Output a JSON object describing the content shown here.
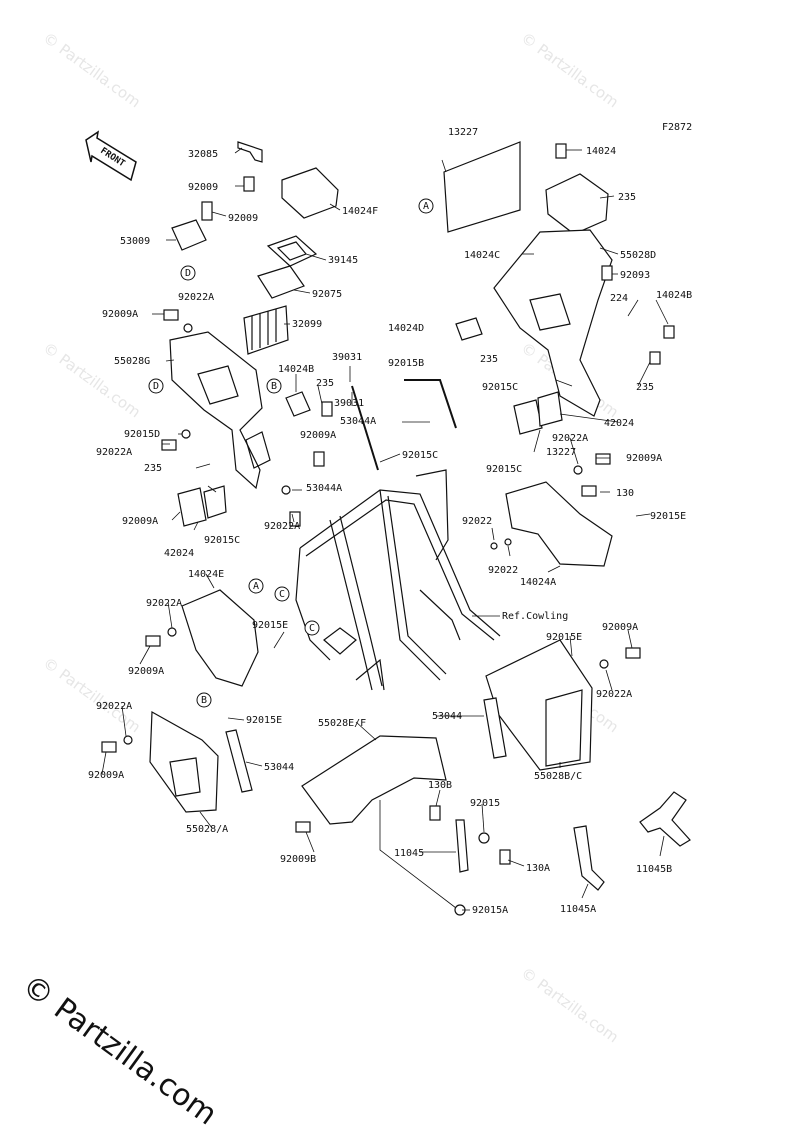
{
  "figure_code": "F2872",
  "copyright": "© Partzilla.com",
  "watermark_text": "© Partzilla.com",
  "front_arrow_text": "FRONT",
  "colors": {
    "line": "#111111",
    "watermark": "#e6e6e6"
  },
  "callouts": [
    "A",
    "B",
    "C",
    "D"
  ],
  "parts": [
    "32085",
    "92009",
    "92009",
    "53009",
    "14024F",
    "39145",
    "92075",
    "92009A",
    "92022A",
    "32099",
    "55028G",
    "39031",
    "14024B",
    "235",
    "92015B",
    "39031",
    "53044A",
    "14024D",
    "92015D",
    "92022A",
    "92009A",
    "235",
    "92015C",
    "53044A",
    "92022A",
    "92009A",
    "92015C",
    "42024",
    "13227",
    "14024",
    "235",
    "14024C",
    "55028D",
    "92093",
    "224",
    "14024B",
    "235",
    "235",
    "92015C",
    "42024",
    "13227",
    "92022A",
    "92009A",
    "92015C",
    "130",
    "92015E",
    "92022",
    "92022",
    "14024A",
    "14024E",
    "92022A",
    "92009A",
    "92015E",
    "Ref.Cowling",
    "92015E",
    "92009A",
    "92022A",
    "92022A",
    "92015E",
    "92009A",
    "53044",
    "55028E/F",
    "53044",
    "55028B/C",
    "55028/A",
    "130B",
    "92015",
    "92009B",
    "11045",
    "130A",
    "92015A",
    "11045A",
    "11045B"
  ]
}
